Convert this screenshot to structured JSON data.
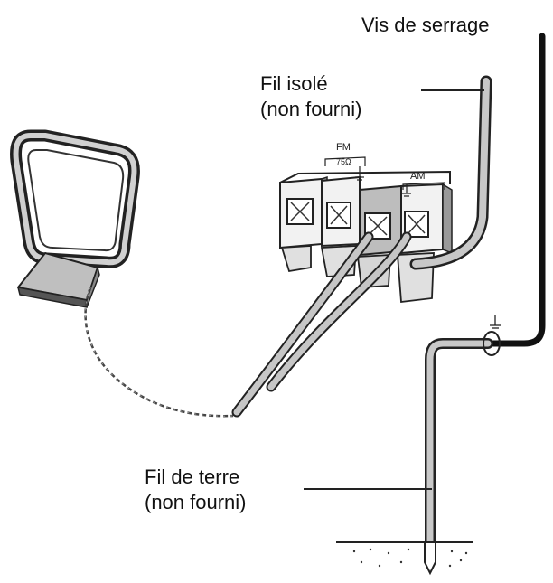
{
  "labels": {
    "clamp_screw": "Vis de serrage",
    "insulated_wire_line1": "Fil isolé",
    "insulated_wire_line2": "(non fourni)",
    "ground_wire_line1": "Fil de terre",
    "ground_wire_line2": "(non fourni)"
  },
  "terminals": {
    "fm": "FM",
    "fm_impedance": "75Ω",
    "am": "AM"
  },
  "icons": {
    "ground": "ground-symbol-icon",
    "antenna": "am-loop-antenna-icon"
  }
}
